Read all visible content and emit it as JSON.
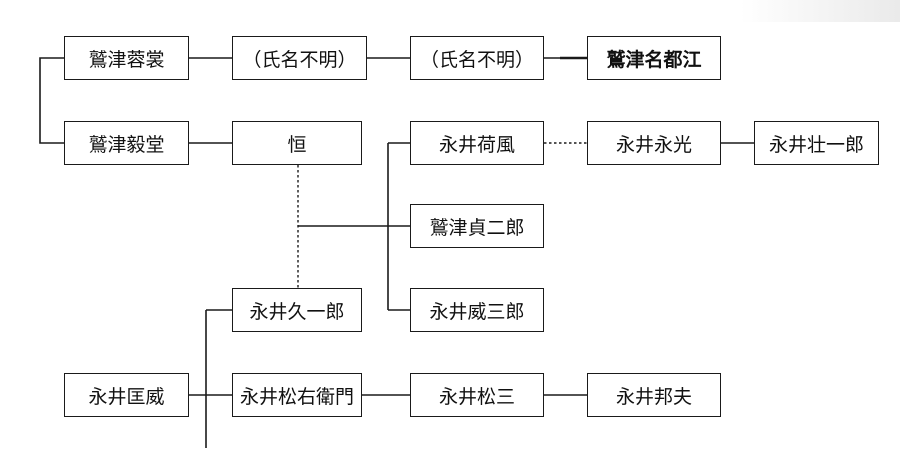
{
  "nodes": {
    "washizu_bakuho": "鷲津蓉裳",
    "unknown_1": "（氏名不明）",
    "unknown_2": "（氏名不明）",
    "washizu_natoe": "鷲津名都江",
    "washizu_kido": "鷲津毅堂",
    "tsune": "恒",
    "nagai_kafu": "永井荷風",
    "nagai_nagamitsu": "永井永光",
    "nagai_soichiro": "永井壮一郎",
    "washizu_teijiro": "鷲津貞二郎",
    "nagai_iisaburo": "永井威三郎",
    "nagai_kyuichiro": "永井久一郎",
    "nagai_kunitake": "永井匡威",
    "nagai_matsuuemon": "永井松右衛門",
    "nagai_matsuzo": "永井松三",
    "nagai_kunio": "永井邦夫"
  }
}
